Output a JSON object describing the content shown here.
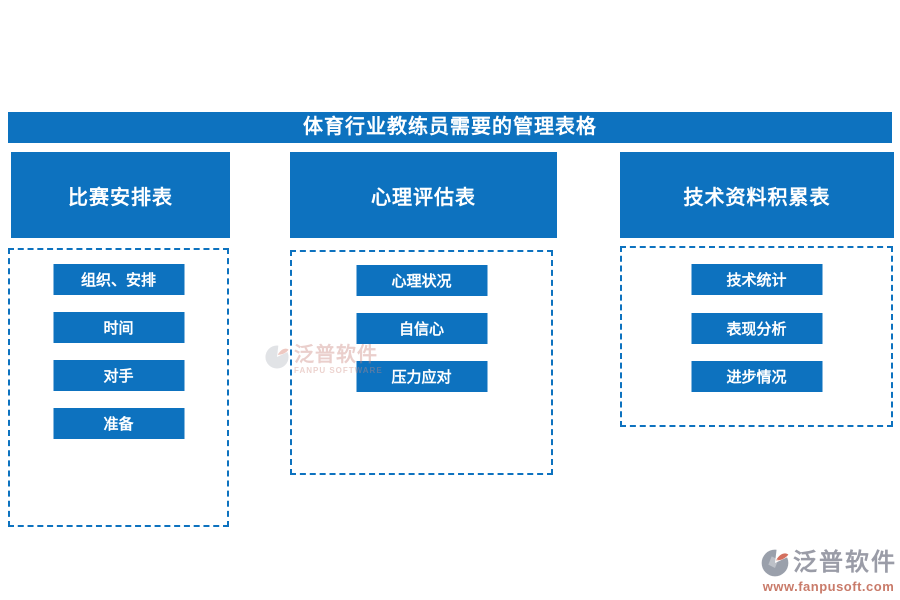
{
  "page": {
    "title": "体育行业教练员需要的管理表格"
  },
  "columns": [
    {
      "header": "比赛安排表",
      "items": [
        "组织、安排",
        "时间",
        "对手",
        "准备"
      ]
    },
    {
      "header": "心理评估表",
      "items": [
        "心理状况",
        "自信心",
        "压力应对"
      ]
    },
    {
      "header": "技术资料积累表",
      "items": [
        "技术统计",
        "表现分析",
        "进步情况"
      ]
    }
  ],
  "watermark": {
    "brand": "泛普软件",
    "brand_en": "FANPU SOFTWARE"
  },
  "footer_logo": {
    "brand": "泛普软件",
    "website": "www.fanpusoft.com"
  },
  "colors": {
    "primary_blue": "#0d72bf",
    "brand_gray": "#9a9ca7",
    "brand_salmon": "#c97b6a"
  }
}
